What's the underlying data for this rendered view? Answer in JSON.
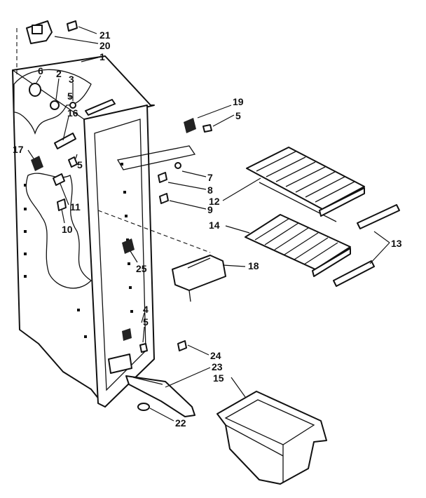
{
  "callouts": [
    {
      "id": "c1",
      "text": "1"
    },
    {
      "id": "c2",
      "text": "2"
    },
    {
      "id": "c3",
      "text": "3"
    },
    {
      "id": "c4",
      "text": "4"
    },
    {
      "id": "c5a",
      "text": "5"
    },
    {
      "id": "c5b",
      "text": "5"
    },
    {
      "id": "c5c",
      "text": "5"
    },
    {
      "id": "c6",
      "text": "6"
    },
    {
      "id": "c7",
      "text": "7"
    },
    {
      "id": "c8",
      "text": "8"
    },
    {
      "id": "c9",
      "text": "9"
    },
    {
      "id": "c10",
      "text": "10"
    },
    {
      "id": "c11",
      "text": "11"
    },
    {
      "id": "c12",
      "text": "12"
    },
    {
      "id": "c13",
      "text": "13"
    },
    {
      "id": "c14",
      "text": "14"
    },
    {
      "id": "c15",
      "text": "15"
    },
    {
      "id": "c16",
      "text": "16"
    },
    {
      "id": "c17",
      "text": "17"
    },
    {
      "id": "c18",
      "text": "18"
    },
    {
      "id": "c19",
      "text": "19"
    },
    {
      "id": "c20",
      "text": "20"
    },
    {
      "id": "c21",
      "text": "21"
    },
    {
      "id": "c22",
      "text": "22"
    },
    {
      "id": "c23",
      "text": "23"
    },
    {
      "id": "c24",
      "text": "24"
    },
    {
      "id": "c25",
      "text": "25"
    }
  ]
}
